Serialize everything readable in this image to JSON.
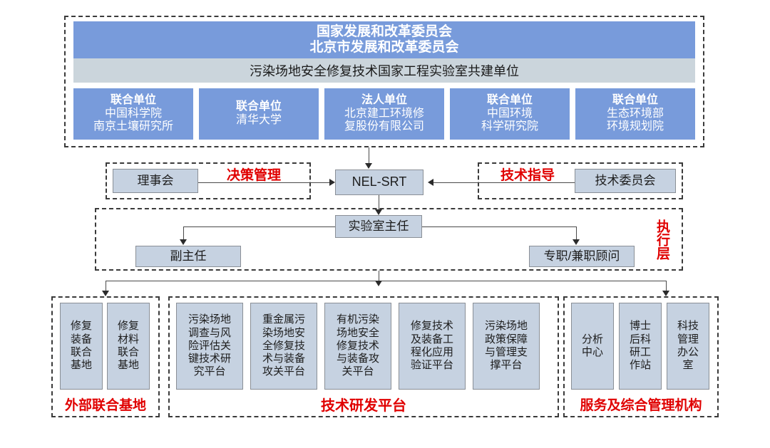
{
  "top": {
    "header_line1": "国家发展和改革委员会",
    "header_line2": "北京市发展和改革委员会",
    "subtitle": "污染场地安全修复技术国家工程实验室共建单位",
    "units": [
      {
        "role": "联合单位",
        "name_line1": "中国科学院",
        "name_line2": "南京土壤研究所"
      },
      {
        "role": "联合单位",
        "name_line1": "清华大学",
        "name_line2": ""
      },
      {
        "role": "法人单位",
        "name_line1": "北京建工环境修",
        "name_line2": "复股份有限公司"
      },
      {
        "role": "联合单位",
        "name_line1": "中国环境",
        "name_line2": "科学研究院"
      },
      {
        "role": "联合单位",
        "name_line1": "生态环境部",
        "name_line2": "环境规划院"
      }
    ]
  },
  "governance": {
    "council": "理事会",
    "decision_label": "决策管理",
    "center": "NEL-SRT",
    "guidance_label": "技术指导",
    "tech_committee": "技术委员会"
  },
  "execution": {
    "director": "实验室主任",
    "deputy_director": "副主任",
    "advisor": "专职/兼职顾问",
    "layer_label": "执行层"
  },
  "bottom": {
    "external_base": {
      "group_label": "外部联合基地",
      "items": [
        {
          "lines": [
            "修复",
            "装备",
            "联合",
            "基地"
          ]
        },
        {
          "lines": [
            "修复",
            "材料",
            "联合",
            "基地"
          ]
        }
      ]
    },
    "rd_platform": {
      "group_label": "技术研发平台",
      "items": [
        {
          "lines": [
            "污染场地",
            "调查与风",
            "险评估关",
            "键技术研",
            "究平台"
          ]
        },
        {
          "lines": [
            "重金属污",
            "染场地安",
            "全修复技",
            "术与装备",
            "攻关平台"
          ]
        },
        {
          "lines": [
            "有机污染",
            "场地安全",
            "修复技术",
            "与装备攻",
            "关平台"
          ]
        },
        {
          "lines": [
            "修复技术",
            "及装备工",
            "程化应用",
            "验证平台"
          ]
        },
        {
          "lines": [
            "污染场地",
            "政策保障",
            "与管理支",
            "撑平台"
          ]
        }
      ]
    },
    "service_admin": {
      "group_label": "服务及综合管理机构",
      "items": [
        {
          "lines": [
            "分析",
            "中心"
          ]
        },
        {
          "lines": [
            "博士",
            "后科",
            "研工",
            "作站"
          ]
        },
        {
          "lines": [
            "科技",
            "管理",
            "办公",
            "室"
          ]
        }
      ]
    }
  },
  "colors": {
    "header_blue": "#789BDB",
    "band_gray": "#CBD5DC",
    "box_fill": "#C6D2E1",
    "box_stroke": "#8A8F96",
    "accent_red": "#E00000",
    "dash_stroke": "#3A3A3A"
  }
}
